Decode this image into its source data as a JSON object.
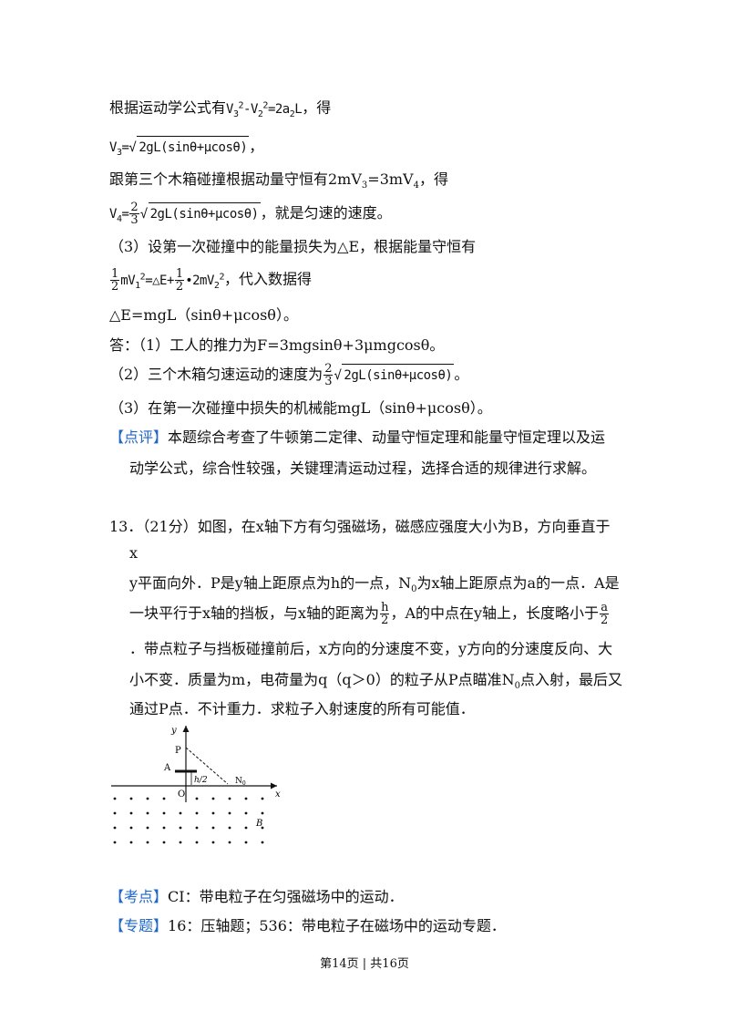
{
  "lines": {
    "l1_pre": "根据运动学公式有",
    "l1_eq": "V",
    "l1_post": "，得",
    "l2_v3": "V",
    "l2_expr": "2gL(sinθ+μcosθ)",
    "l2_post": "，",
    "l3": "跟第三个木箱碰撞根据动量守恒有2mV",
    "l3_mid": "=3mV",
    "l3_post": "，得",
    "l4_v4": "V",
    "l4_expr": "2gL(sinθ+μcosθ)",
    "l4_post": "，就是匀速的速度。",
    "l5": "（3）设第一次碰撞中的能量损失为△E，根据能量守恒有",
    "l6_post": "，代入数据得",
    "l7": "△E=mgL（sinθ+μcosθ）。",
    "l8": "答：（1）工人的推力为F=3mgsinθ+3μmgcosθ。",
    "l9_pre": "（2）三个木箱匀速运动的速度为",
    "l9_expr": "2gL(sinθ+μcosθ)",
    "l9_post": "。",
    "l10": "（3）在第一次碰撞中损失的机械能mgL（sinθ+μcosθ）。",
    "review_tag": "【点评】",
    "review_1": "本题综合考查了牛顿第二定律、动量守恒定理和能量守恒定理以及运",
    "review_2": "动学公式，综合性较强，关键理清运动过程，选择合适的规律进行求解。",
    "q13_1": "13．（21分）如图，在x轴下方有匀强磁场，磁感应强度大小为B，方向垂直于",
    "q13_2": "x",
    "q13_3": "y平面向外．P是y轴上距原点为h的一点，N",
    "q13_3b": "为x轴上距原点为a的一点．A是",
    "q13_4_pre": "一块平行于x轴的挡板，与x轴的距离为",
    "q13_4_mid": "，A的中点在y轴上，长度略小于",
    "q13_5": "．带点粒子与挡板碰撞前后，x方向的分速度不变，y方向的分速度反向、大",
    "q13_6": "小不变．质量为m，电荷量为q（q＞0）的粒子从P点瞄准N",
    "q13_6b": "点入射，最后又",
    "q13_7": "通过P点．不计重力．求粒子入射速度的所有可能值．",
    "kd_tag": "【考点】",
    "kd_text": "CI：带电粒子在匀强磁场中的运动．",
    "zt_tag": "【专题】",
    "zt_text": "16：压轴题；536：带电粒子在磁场中的运动专题．"
  },
  "math": {
    "sub3": "3",
    "sub2": "2",
    "sub4": "4",
    "sub0": "0",
    "sub1": "1",
    "sup2": "2",
    "eq1_tail": "=2a",
    "eq1_L": "L",
    "two": "2",
    "three": "3",
    "one": "1",
    "h": "h",
    "a": "a",
    "minus": "-",
    "equals": "=",
    "mv": "mV",
    "delta_e": "=△E+",
    "dot2mv": "•2mV"
  },
  "diagram": {
    "y_label": "y",
    "x_label": "x",
    "p_label": "P",
    "a_label": "A",
    "o_label": "O",
    "n_label": "N",
    "n_sub": "0",
    "h2_label": "h/2",
    "b_label": "B"
  },
  "footer": "第14页 | 共16页"
}
